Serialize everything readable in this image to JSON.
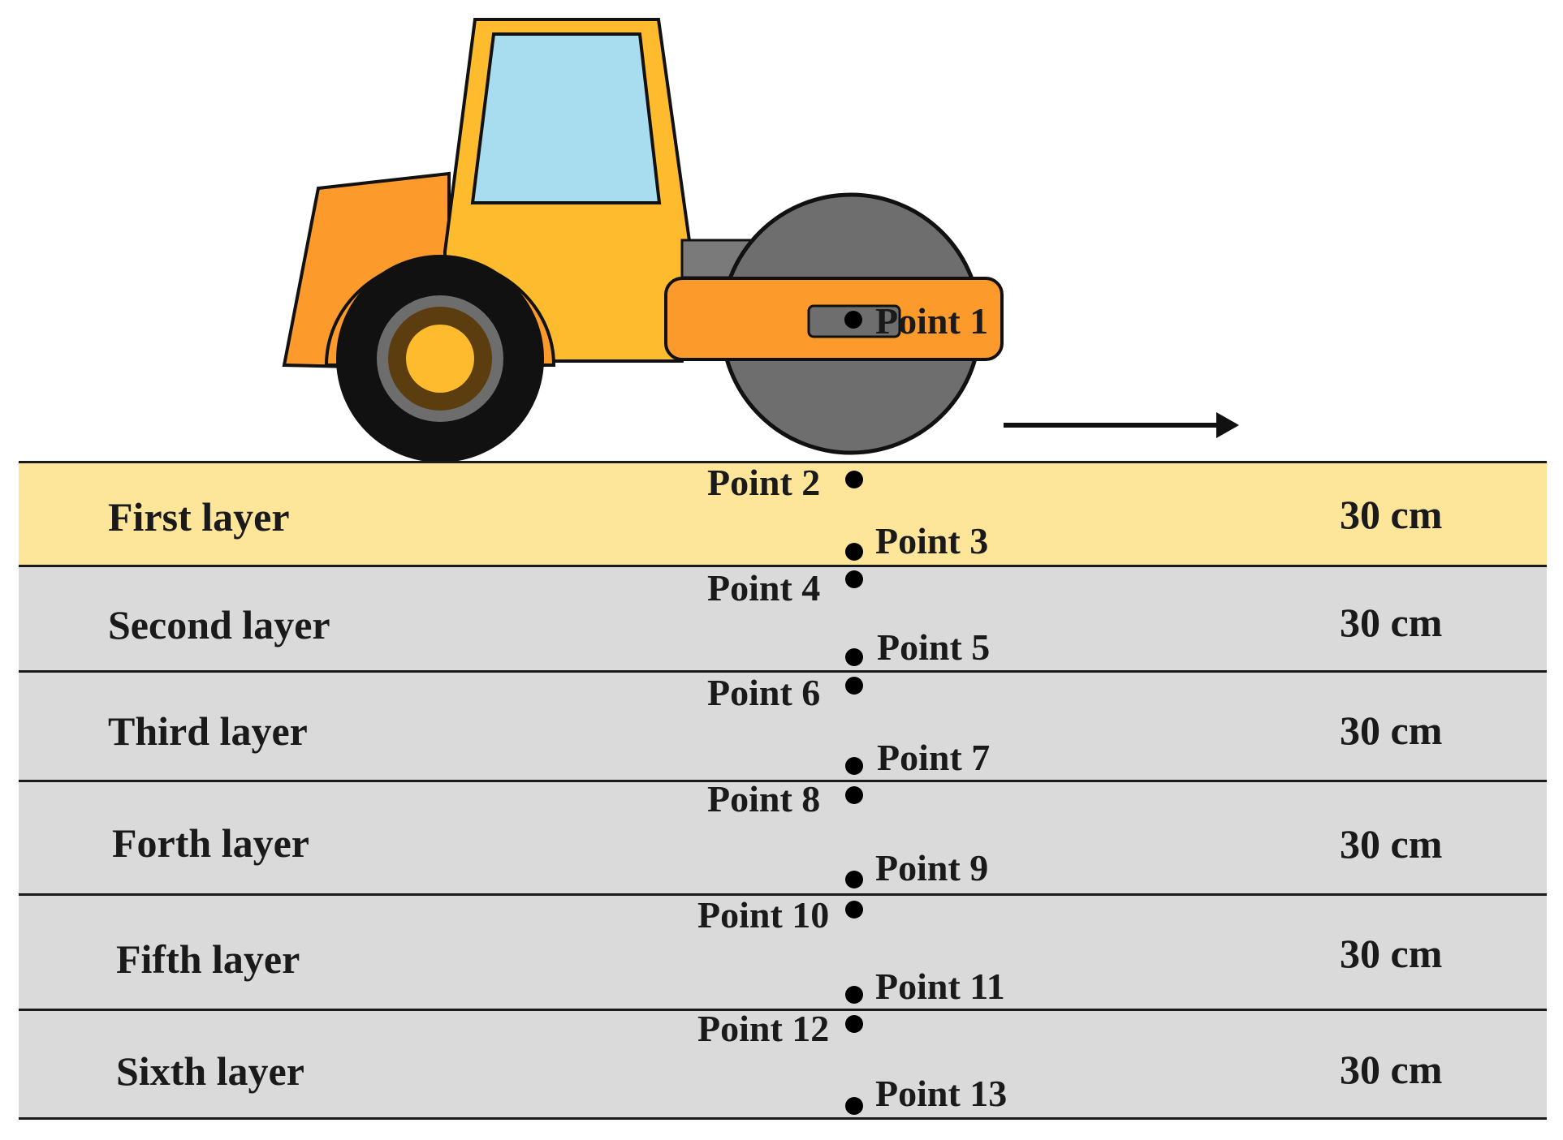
{
  "colors": {
    "first_layer": "#fde59a",
    "other_layers": "#dadada",
    "cab_yellow": "#fdbb2d",
    "hood_orange": "#fc9a2c",
    "window_blue": "#a8dcef",
    "drum_gray": "#6e6e6e",
    "tire_black": "#111111",
    "hub_brown": "#5c3d0f"
  },
  "diagram": {
    "direction_arrow": "arrow-right",
    "vehicle": "road-roller",
    "vehicle_point": "Point 1",
    "layers": [
      {
        "name": "First layer",
        "thickness": "30 cm",
        "top_point": "Point 2",
        "bottom_point": "Point 3"
      },
      {
        "name": "Second layer",
        "thickness": "30 cm",
        "top_point": "Point 4",
        "bottom_point": "Point 5"
      },
      {
        "name": "Third layer",
        "thickness": "30 cm",
        "top_point": "Point 6",
        "bottom_point": "Point 7"
      },
      {
        "name": "Forth layer",
        "thickness": "30 cm",
        "top_point": "Point 8",
        "bottom_point": "Point 9"
      },
      {
        "name": "Fifth layer",
        "thickness": "30 cm",
        "top_point": "Point 10",
        "bottom_point": "Point 11"
      },
      {
        "name": "Sixth layer",
        "thickness": "30 cm",
        "top_point": "Point 12",
        "bottom_point": "Point 13"
      }
    ]
  }
}
